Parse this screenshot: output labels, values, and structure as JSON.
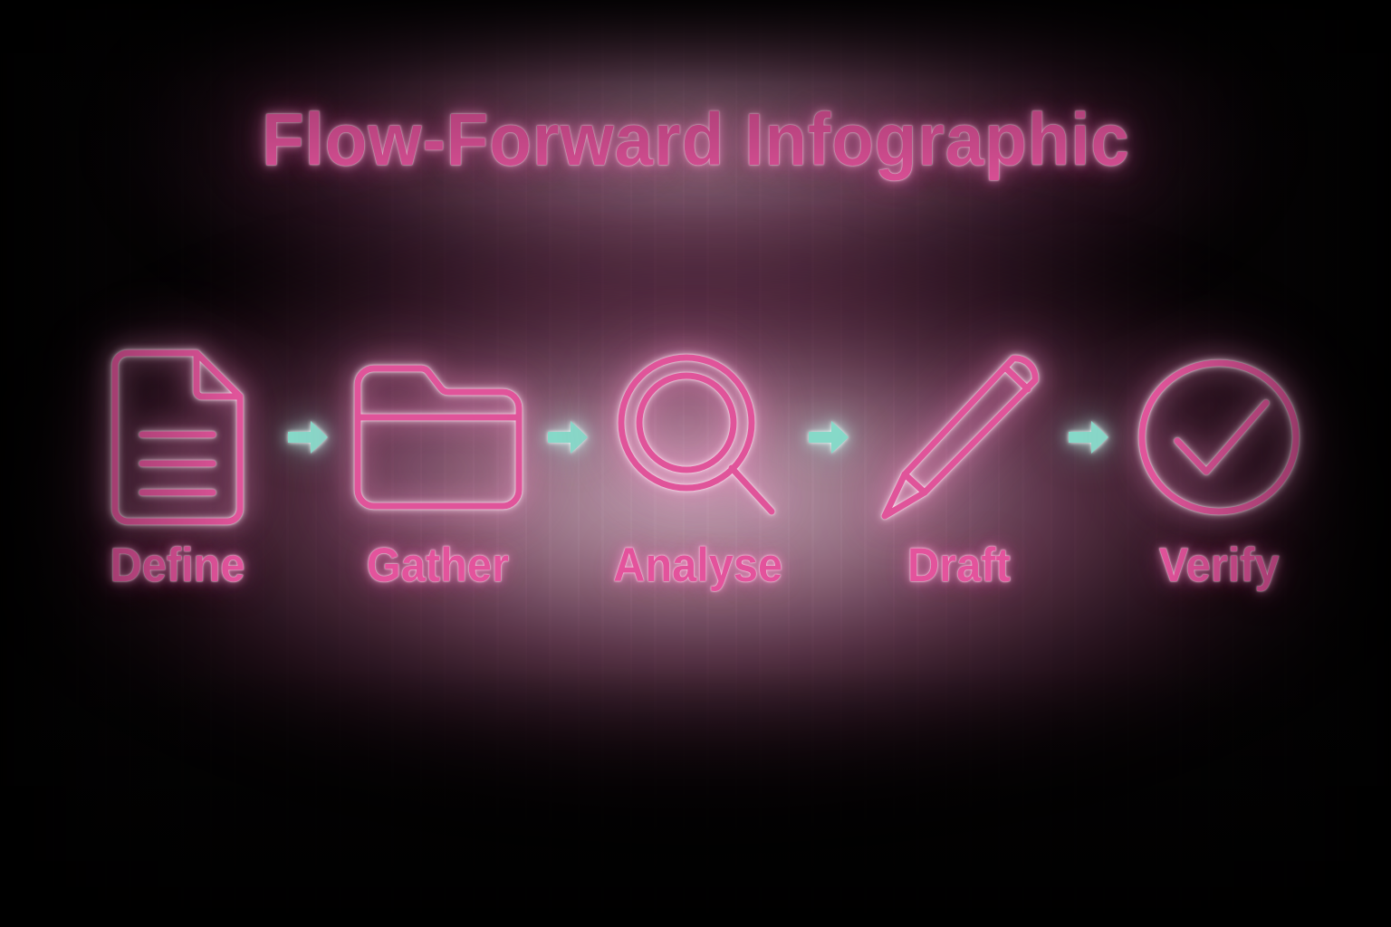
{
  "meta": {
    "background_color": "#050304",
    "neon_pink": "#e3539c",
    "icon_stroke_color": "#e0549a",
    "arrow_color": "#86d9c8",
    "glow_color": "#ffd9ec"
  },
  "header": {
    "title": "Flow-Forward Infographic"
  },
  "flow": {
    "steps": [
      {
        "label": "Define",
        "icon": "document-icon"
      },
      {
        "label": "Gather",
        "icon": "folder-icon"
      },
      {
        "label": "Analyse",
        "icon": "magnifier-icon"
      },
      {
        "label": "Draft",
        "icon": "pencil-icon"
      },
      {
        "label": "Verify",
        "icon": "check-circle-icon"
      }
    ],
    "connectors": [
      {
        "icon": "arrow-right-icon"
      },
      {
        "icon": "arrow-right-icon"
      },
      {
        "icon": "arrow-right-icon"
      },
      {
        "icon": "arrow-right-icon"
      }
    ]
  }
}
